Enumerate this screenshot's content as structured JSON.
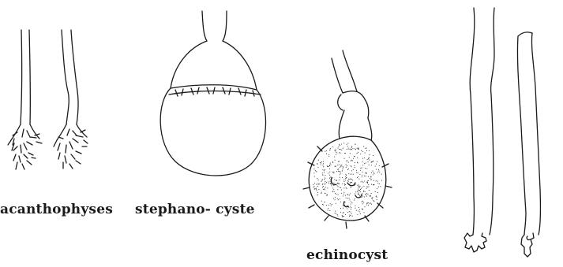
{
  "labels": {
    "acanthophyses": "acanthophyses",
    "stephanocyste": "stephano- cyste",
    "echinocyst": "echinocyst"
  },
  "colors": {
    "ink": "#1a1a1a",
    "background": "#ffffff"
  }
}
